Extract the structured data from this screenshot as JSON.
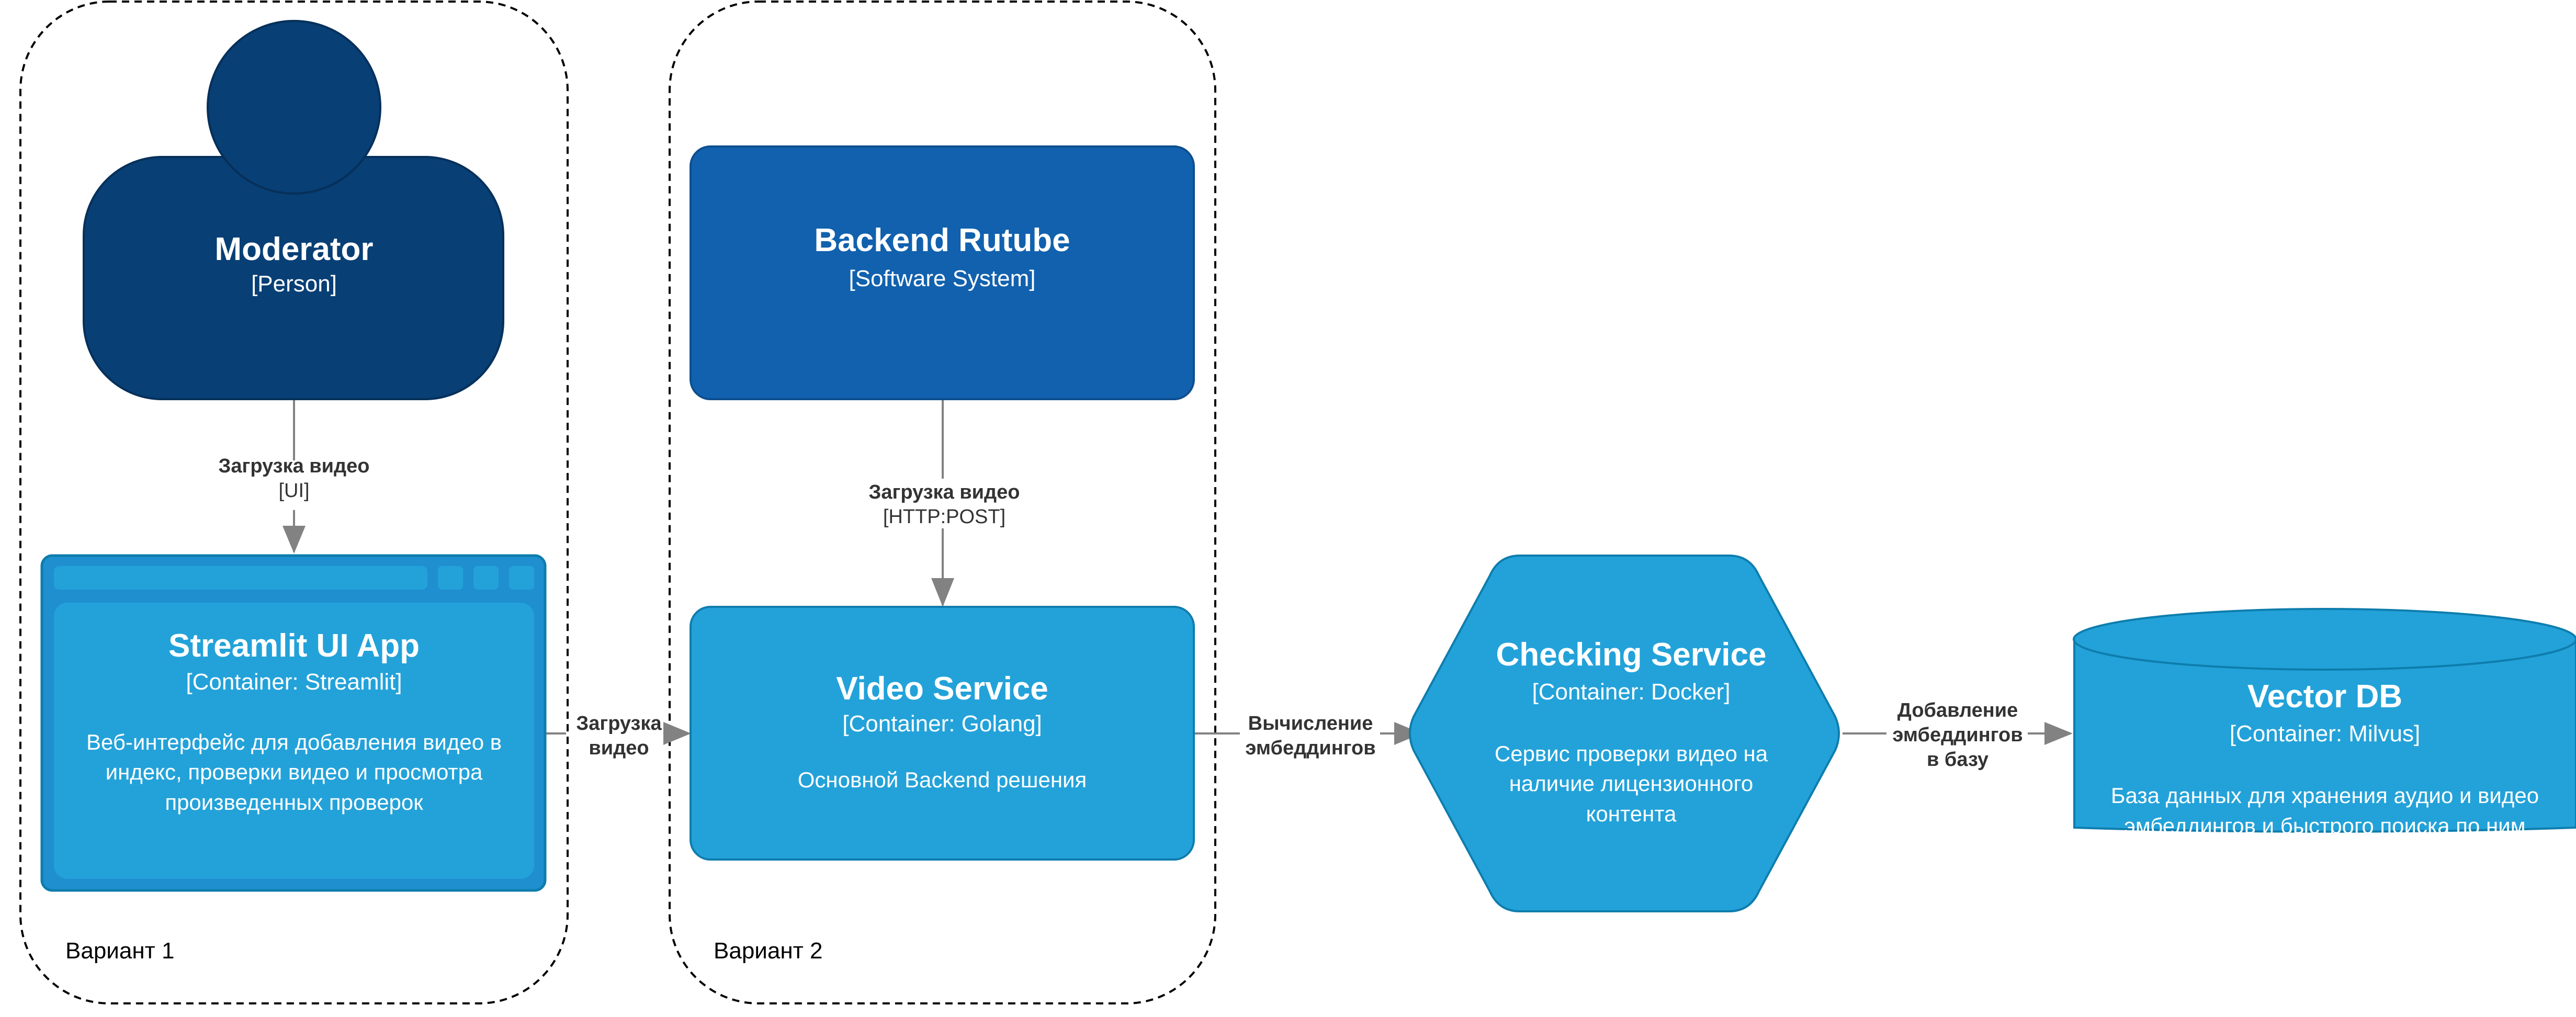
{
  "colors": {
    "person": "#083f75",
    "software_system": "#1161ae",
    "container": "#23a2d9",
    "container_stroke": "#0e7dad",
    "edge": "#828282",
    "edge_label": "#333333"
  },
  "groups": [
    {
      "label": "Вариант 1"
    },
    {
      "label": "Вариант 2"
    }
  ],
  "nodes": {
    "moderator": {
      "title": "Moderator",
      "type": "[Person]",
      "icon": "person-icon"
    },
    "backend_rutube": {
      "title": "Backend Rutube",
      "type": "[Software System]"
    },
    "streamlit": {
      "title": "Streamlit UI App",
      "type": "[Container: Streamlit]",
      "desc": [
        "Веб-интерфейс для добавления видео в",
        "индекс, проверки видео и просмотра",
        "произведенных проверок"
      ],
      "icon": "browser-window-icon"
    },
    "video_service": {
      "title": "Video Service",
      "type": "[Container: Golang]",
      "desc": [
        "Основной Backend решения"
      ]
    },
    "checking_service": {
      "title": "Checking Service",
      "type": "[Container: Docker]",
      "desc": [
        "Сервис проверки видео на",
        "наличие лицензионного",
        "контента"
      ],
      "icon": "hexagon-icon"
    },
    "vector_db": {
      "title": "Vector DB",
      "type": "[Container: Milvus]",
      "desc": [
        "База данных для хранения аудио и видео",
        "эмбеддингов и быстрого поиска по ним"
      ],
      "icon": "database-cylinder-icon"
    }
  },
  "edges": {
    "moderator_to_streamlit": {
      "label": [
        "Загрузка видео"
      ],
      "tech": "[UI]"
    },
    "backend_to_video": {
      "label": [
        "Загрузка видео"
      ],
      "tech": "[HTTP:POST]"
    },
    "streamlit_to_video": {
      "label": [
        "Загрузка",
        "видео"
      ]
    },
    "video_to_checking": {
      "label": [
        "Вычисление",
        "эмбеддингов"
      ]
    },
    "checking_to_vector": {
      "label": [
        "Добавление",
        "эмбеддингов",
        "в базу"
      ]
    }
  }
}
